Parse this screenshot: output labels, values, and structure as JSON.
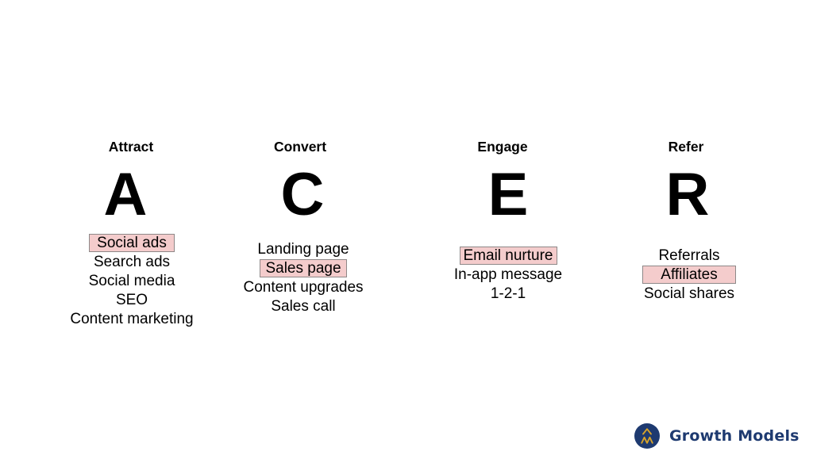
{
  "title": "ACER growth framework slide",
  "columns": [
    {
      "header": "Attract",
      "letter": "A",
      "items": [
        {
          "label": "Social ads",
          "highlighted": true
        },
        {
          "label": "Search ads",
          "highlighted": false
        },
        {
          "label": "Social media",
          "highlighted": false
        },
        {
          "label": "SEO",
          "highlighted": false
        },
        {
          "label": "Content marketing",
          "highlighted": false
        }
      ]
    },
    {
      "header": "Convert",
      "letter": "C",
      "items": [
        {
          "label": "Landing page",
          "highlighted": false
        },
        {
          "label": "Sales page",
          "highlighted": true
        },
        {
          "label": "Content upgrades",
          "highlighted": false
        },
        {
          "label": "Sales call",
          "highlighted": false
        }
      ]
    },
    {
      "header": "Engage",
      "letter": "E",
      "items": [
        {
          "label": "Email nurture",
          "highlighted": true
        },
        {
          "label": "In-app message",
          "highlighted": false
        },
        {
          "label": "1-2-1",
          "highlighted": false
        }
      ]
    },
    {
      "header": "Refer",
      "letter": "R",
      "items": [
        {
          "label": "Referrals",
          "highlighted": false
        },
        {
          "label": "Affiliates",
          "highlighted": true
        },
        {
          "label": "Social shares",
          "highlighted": false
        }
      ]
    }
  ],
  "branding": {
    "name": "Growth Models",
    "icon": "mountain-monogram-icon"
  },
  "colors": {
    "highlight_bg": "#f4cccc",
    "highlight_border": "#8e8888",
    "text": "#000000",
    "brand_navy": "#1e3a70",
    "brand_gold": "#d7a32a"
  }
}
